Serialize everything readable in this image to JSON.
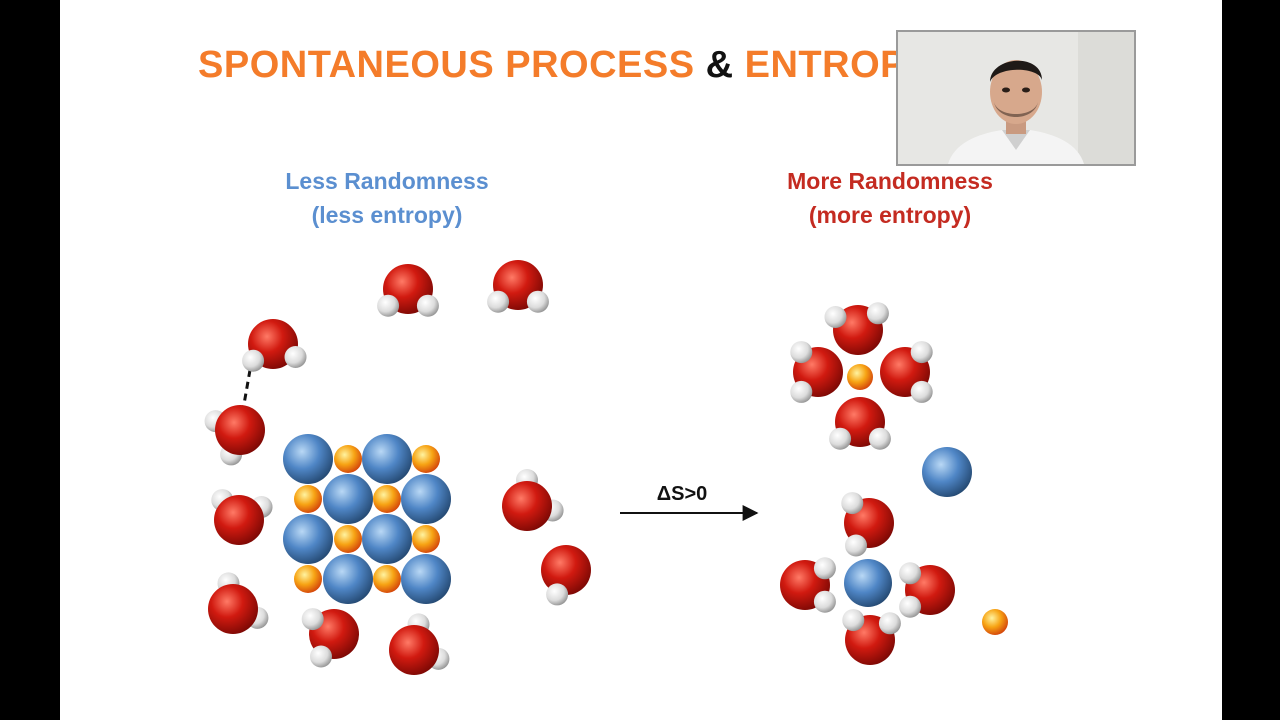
{
  "title": {
    "part1": "SPONTANEOUS PROCESS",
    "amp": "&",
    "part2": "ENTROPY"
  },
  "left_heading": {
    "line1": "Less Randomness",
    "line2": "(less entropy)"
  },
  "right_heading": {
    "line1": "More Randomness",
    "line2": "(more entropy)"
  },
  "arrow_label": "ΔS>0",
  "colors": {
    "title_orange": "#f47c2a",
    "left_heading": "#5b8fd0",
    "right_heading": "#c42b21",
    "oxygen_red": "#c8150e",
    "hydrogen_white": "#e6e6e6",
    "anion_blue": "#4f86c6",
    "cation_orange": "#f29a12"
  },
  "icons": {
    "webcam": "presenter-video-icon"
  }
}
